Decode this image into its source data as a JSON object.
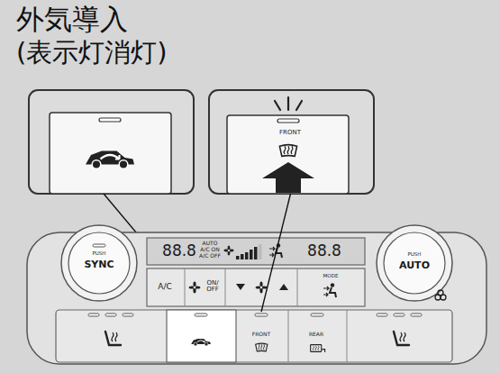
{
  "diagram": {
    "title": "外気導入",
    "nodes": [
      {
        "text": [
          "FRONT"
        ]
      },
      {
        "text": [
          "PUSH",
          "SYNC"
        ]
      },
      {
        "text": [
          "88.8",
          "AUTO",
          "A/C ON",
          "A/C OFF",
          "88.8"
        ]
      },
      {
        "text": [
          "PUSH",
          "AUTO"
        ]
      },
      {
        "text": [
          "A/C"
        ]
      },
      {
        "text": [
          "ON/ OFF"
        ]
      },
      {
        "text": [
          "MODE"
        ]
      },
      {
        "text": [
          "FRONT"
        ]
      },
      {
        "text": [
          "REAR"
        ]
      }
    ],
    "edges": [
      {
        "from": 0,
        "to": 7,
        "arrow": "none"
      }
    ],
    "labels": [
      "(表示灯消灯)"
    ]
  }
}
